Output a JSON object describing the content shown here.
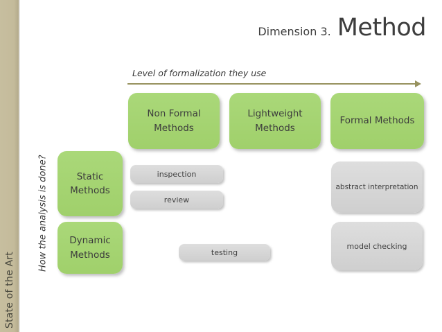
{
  "sidebar": {
    "label": "State of the Art"
  },
  "title": {
    "prefix": "Dimension 3.",
    "main": "Method"
  },
  "x_axis": {
    "label": "Level of formalization they use"
  },
  "y_axis": {
    "label": "How the analysis is done?"
  },
  "formalization_levels": [
    {
      "label": "Non Formal\nMethods"
    },
    {
      "label": "Lightweight\nMethods"
    },
    {
      "label": "Formal Methods"
    }
  ],
  "analysis_types": [
    {
      "label": "Static\nMethods"
    },
    {
      "label": "Dynamic\nMethods"
    }
  ],
  "methods": [
    {
      "label": "inspection"
    },
    {
      "label": "review"
    },
    {
      "label": "testing"
    },
    {
      "label": "abstract interpretation"
    },
    {
      "label": "model checking"
    }
  ],
  "colors": {
    "accent_green": "#a3d371",
    "box_gray": "#d6d6d6",
    "sidebar_tan": "#c4bb9b",
    "arrow_olive": "#97925e",
    "text_dark": "#3d3d3d"
  }
}
